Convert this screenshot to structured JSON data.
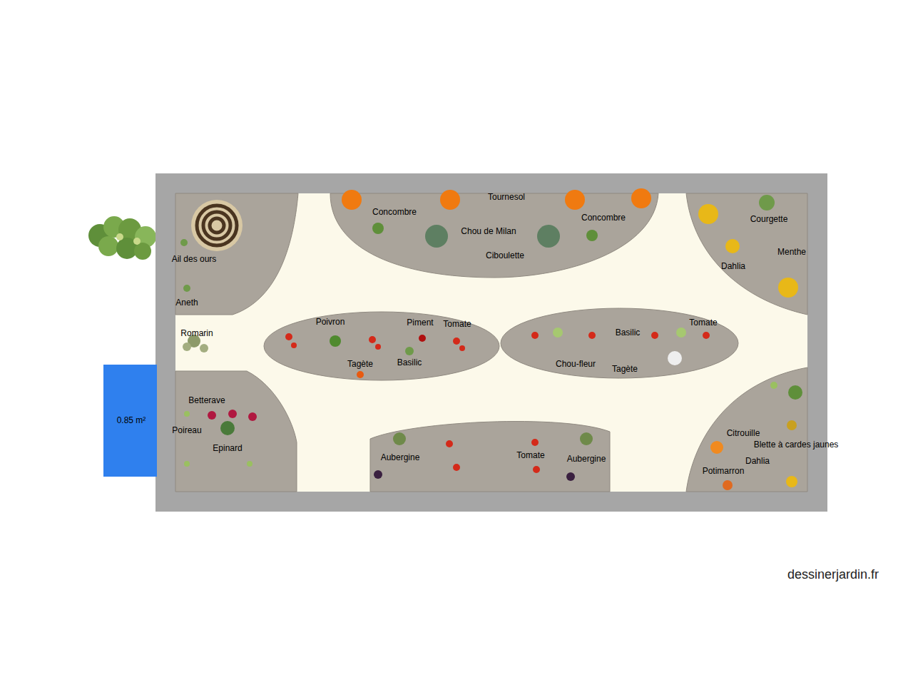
{
  "diagram": {
    "nodes": [
      {
        "text": [
          "Romarin"
        ]
      },
      {
        "text": [
          "Ail des ours",
          "Aneth"
        ],
        "in": 0
      },
      {
        "text": [
          "Concombre",
          "Tournesol",
          "Chou de Milan",
          "Ciboulette",
          "Concombre"
        ],
        "in": 0
      },
      {
        "text": [
          "Courgette",
          "Menthe",
          "Dahlia"
        ],
        "in": 0
      },
      {
        "text": [
          "Poivron",
          "Piment",
          "Tomate",
          "Tagète",
          "Basilic"
        ],
        "in": 0
      },
      {
        "text": [
          "Basilic",
          "Tomate",
          "Chou-fleur",
          "Tagète"
        ],
        "in": 0
      },
      {
        "text": [
          "Betterave",
          "Poireau",
          "Epinard"
        ],
        "in": 0
      },
      {
        "text": [
          "Aubergine",
          "Tomate",
          "Aubergine"
        ],
        "in": 0
      },
      {
        "text": [
          "Citrouille",
          "Blette à cardes jaunes",
          "Dahlia",
          "Potimarron"
        ],
        "in": 0
      },
      {
        "text": [
          "0.85 m²"
        ]
      }
    ],
    "labels": [
      "dessinerjardin.fr"
    ]
  }
}
